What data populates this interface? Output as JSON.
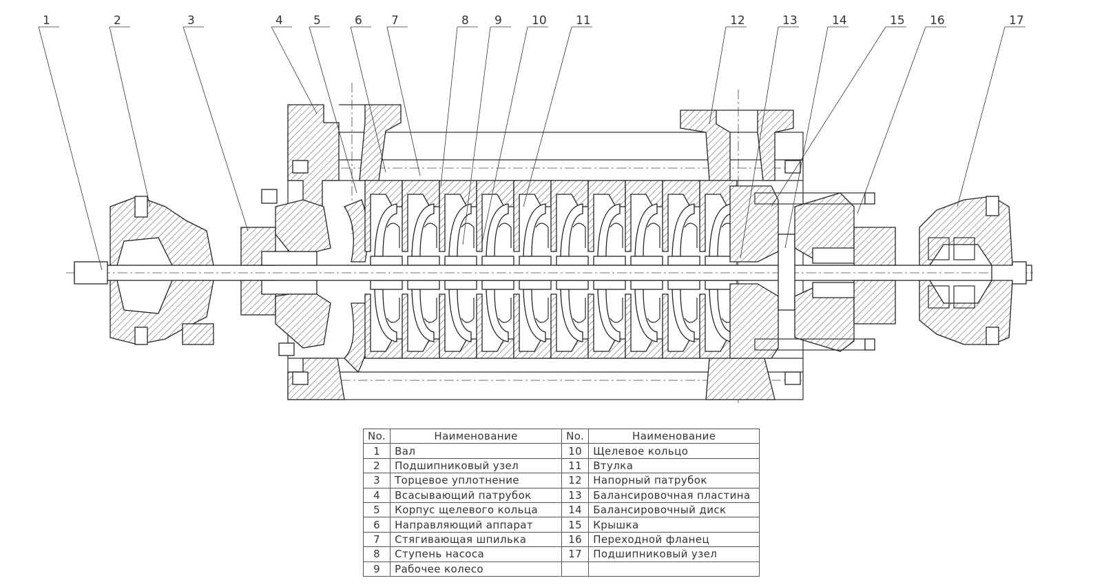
{
  "callouts": [
    "1",
    "2",
    "3",
    "4",
    "5",
    "6",
    "7",
    "8",
    "9",
    "10",
    "11",
    "12",
    "13",
    "14",
    "15",
    "16",
    "17"
  ],
  "table": {
    "header": {
      "no": "No.",
      "name": "Наименование"
    },
    "left_rows": [
      {
        "no": "1",
        "name": "Вал"
      },
      {
        "no": "2",
        "name": "Подшипниковый узел"
      },
      {
        "no": "3",
        "name": "Торцевое уплотнение"
      },
      {
        "no": "4",
        "name": "Всасывающий патрубок"
      },
      {
        "no": "5",
        "name": "Корпус щелевого   кольца"
      },
      {
        "no": "6",
        "name": "Направляющий аппарат"
      },
      {
        "no": "7",
        "name": "Стягивающая шпилька"
      },
      {
        "no": "8",
        "name": "Ступень насоса"
      },
      {
        "no": "9",
        "name": "Рабочее колесо"
      }
    ],
    "right_rows": [
      {
        "no": "10",
        "name": "Щелевое кольцо"
      },
      {
        "no": "11",
        "name": "Втулка"
      },
      {
        "no": "12",
        "name": "Напорный патрубок"
      },
      {
        "no": "13",
        "name": "Балансировочная пластина"
      },
      {
        "no": "14",
        "name": "Балансировочный диск"
      },
      {
        "no": "15",
        "name": "Крышка"
      },
      {
        "no": "16",
        "name": "Переходной фланец"
      },
      {
        "no": "17",
        "name": "Подшипниковый узел"
      },
      {
        "no": "",
        "name": ""
      }
    ]
  }
}
